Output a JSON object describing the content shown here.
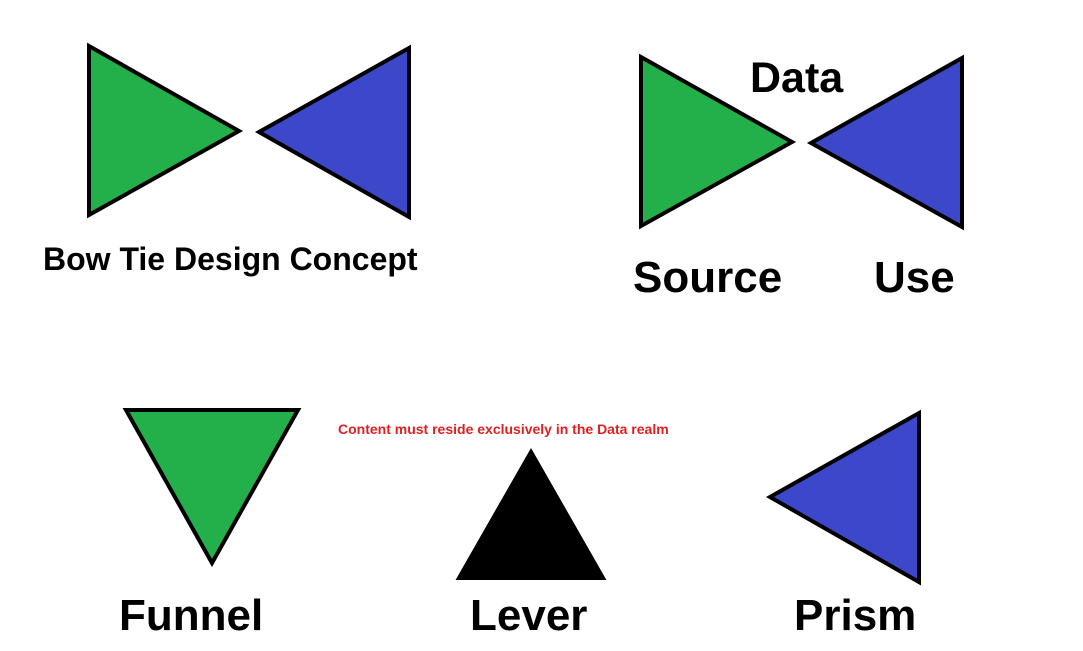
{
  "colors": {
    "green": "#23b04a",
    "blue": "#3c48c9",
    "black": "#000000",
    "note": "#e02020"
  },
  "labels": {
    "bow_tie": "Bow Tie Design Concept",
    "data": "Data",
    "source": "Source",
    "use": "Use",
    "note": "Content must reside exclusively in the Data realm",
    "funnel": "Funnel",
    "lever": "Lever",
    "prism": "Prism"
  },
  "shapes": [
    {
      "name": "bowtie-left-triangle",
      "color": "green"
    },
    {
      "name": "bowtie-right-triangle",
      "color": "blue"
    },
    {
      "name": "source-triangle",
      "color": "green"
    },
    {
      "name": "use-triangle",
      "color": "blue"
    },
    {
      "name": "funnel-triangle",
      "color": "green"
    },
    {
      "name": "lever-triangle",
      "color": "black"
    },
    {
      "name": "prism-triangle",
      "color": "blue"
    }
  ]
}
